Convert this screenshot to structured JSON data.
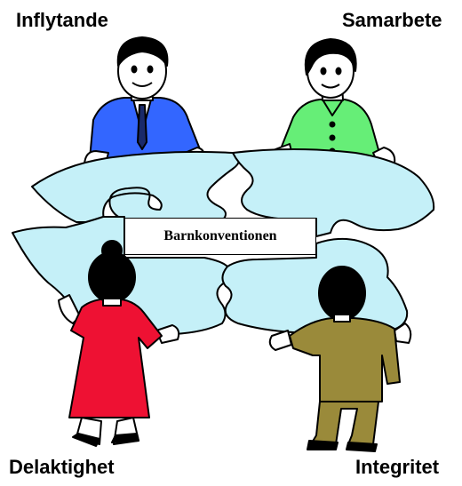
{
  "labels": {
    "top_left": "Inflytande",
    "top_right": "Samarbete",
    "bottom_left": "Delaktighet",
    "bottom_right": "Integritet"
  },
  "center_label": "Barnkonventionen",
  "colors": {
    "puzzle": "#c5f0f8",
    "outline": "#000000",
    "shirt_blue": "#3366ff",
    "shirt_green": "#66ee77",
    "dress_red": "#ee1133",
    "suit_olive": "#9a8a3a",
    "skin": "#ffffff"
  },
  "icons": [
    "puzzle-piece-icon",
    "person-blue-shirt-icon",
    "person-green-shirt-icon",
    "person-red-dress-icon",
    "person-olive-suit-icon"
  ]
}
